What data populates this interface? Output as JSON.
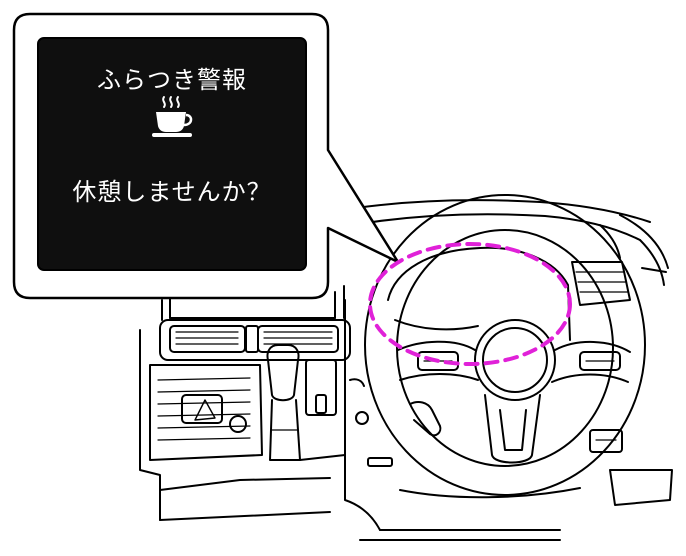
{
  "callout": {
    "title": "ふらつき警報",
    "message": "休憩しませんか？",
    "icon": "coffee-cup-icon",
    "screen_color": "#0f0f0f",
    "frame_color": "#ffffff"
  },
  "highlight": {
    "color": "#e021d8",
    "target": "meter-display-area"
  }
}
